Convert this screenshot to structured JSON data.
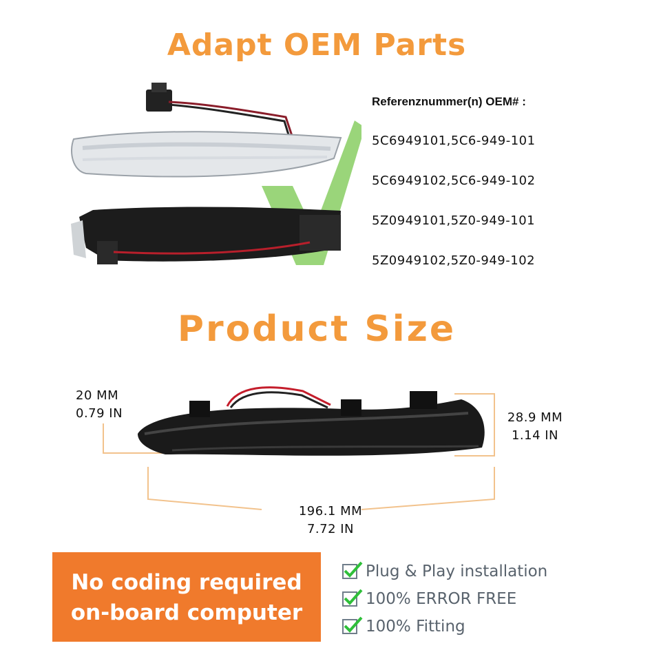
{
  "titles": {
    "oem": "Adapt OEM Parts",
    "size": "Product Size"
  },
  "oem": {
    "heading": "Referenznummer(n) OEM# :",
    "numbers": [
      "5C6949101,5C6-949-101",
      "5C6949102,5C6-949-102",
      "5Z0949101,5Z0-949-101",
      "5Z0949102,5Z0-949-102"
    ]
  },
  "dimensions": {
    "height_mm": "20 MM",
    "height_in": "0.79 IN",
    "depth_mm": "28.9 MM",
    "depth_in": "1.14 IN",
    "length_mm": "196.1 MM",
    "length_in": "7.72 IN"
  },
  "badge": {
    "line1": "No coding required",
    "line2": "on-board computer"
  },
  "features": [
    "Plug & Play installation",
    "100% ERROR FREE",
    "100% Fitting"
  ],
  "colors": {
    "accent_orange": "#f39a3c",
    "badge_orange": "#f07a2c",
    "check_green": "#2fbf3a",
    "dimension_line": "#f2c28c"
  }
}
